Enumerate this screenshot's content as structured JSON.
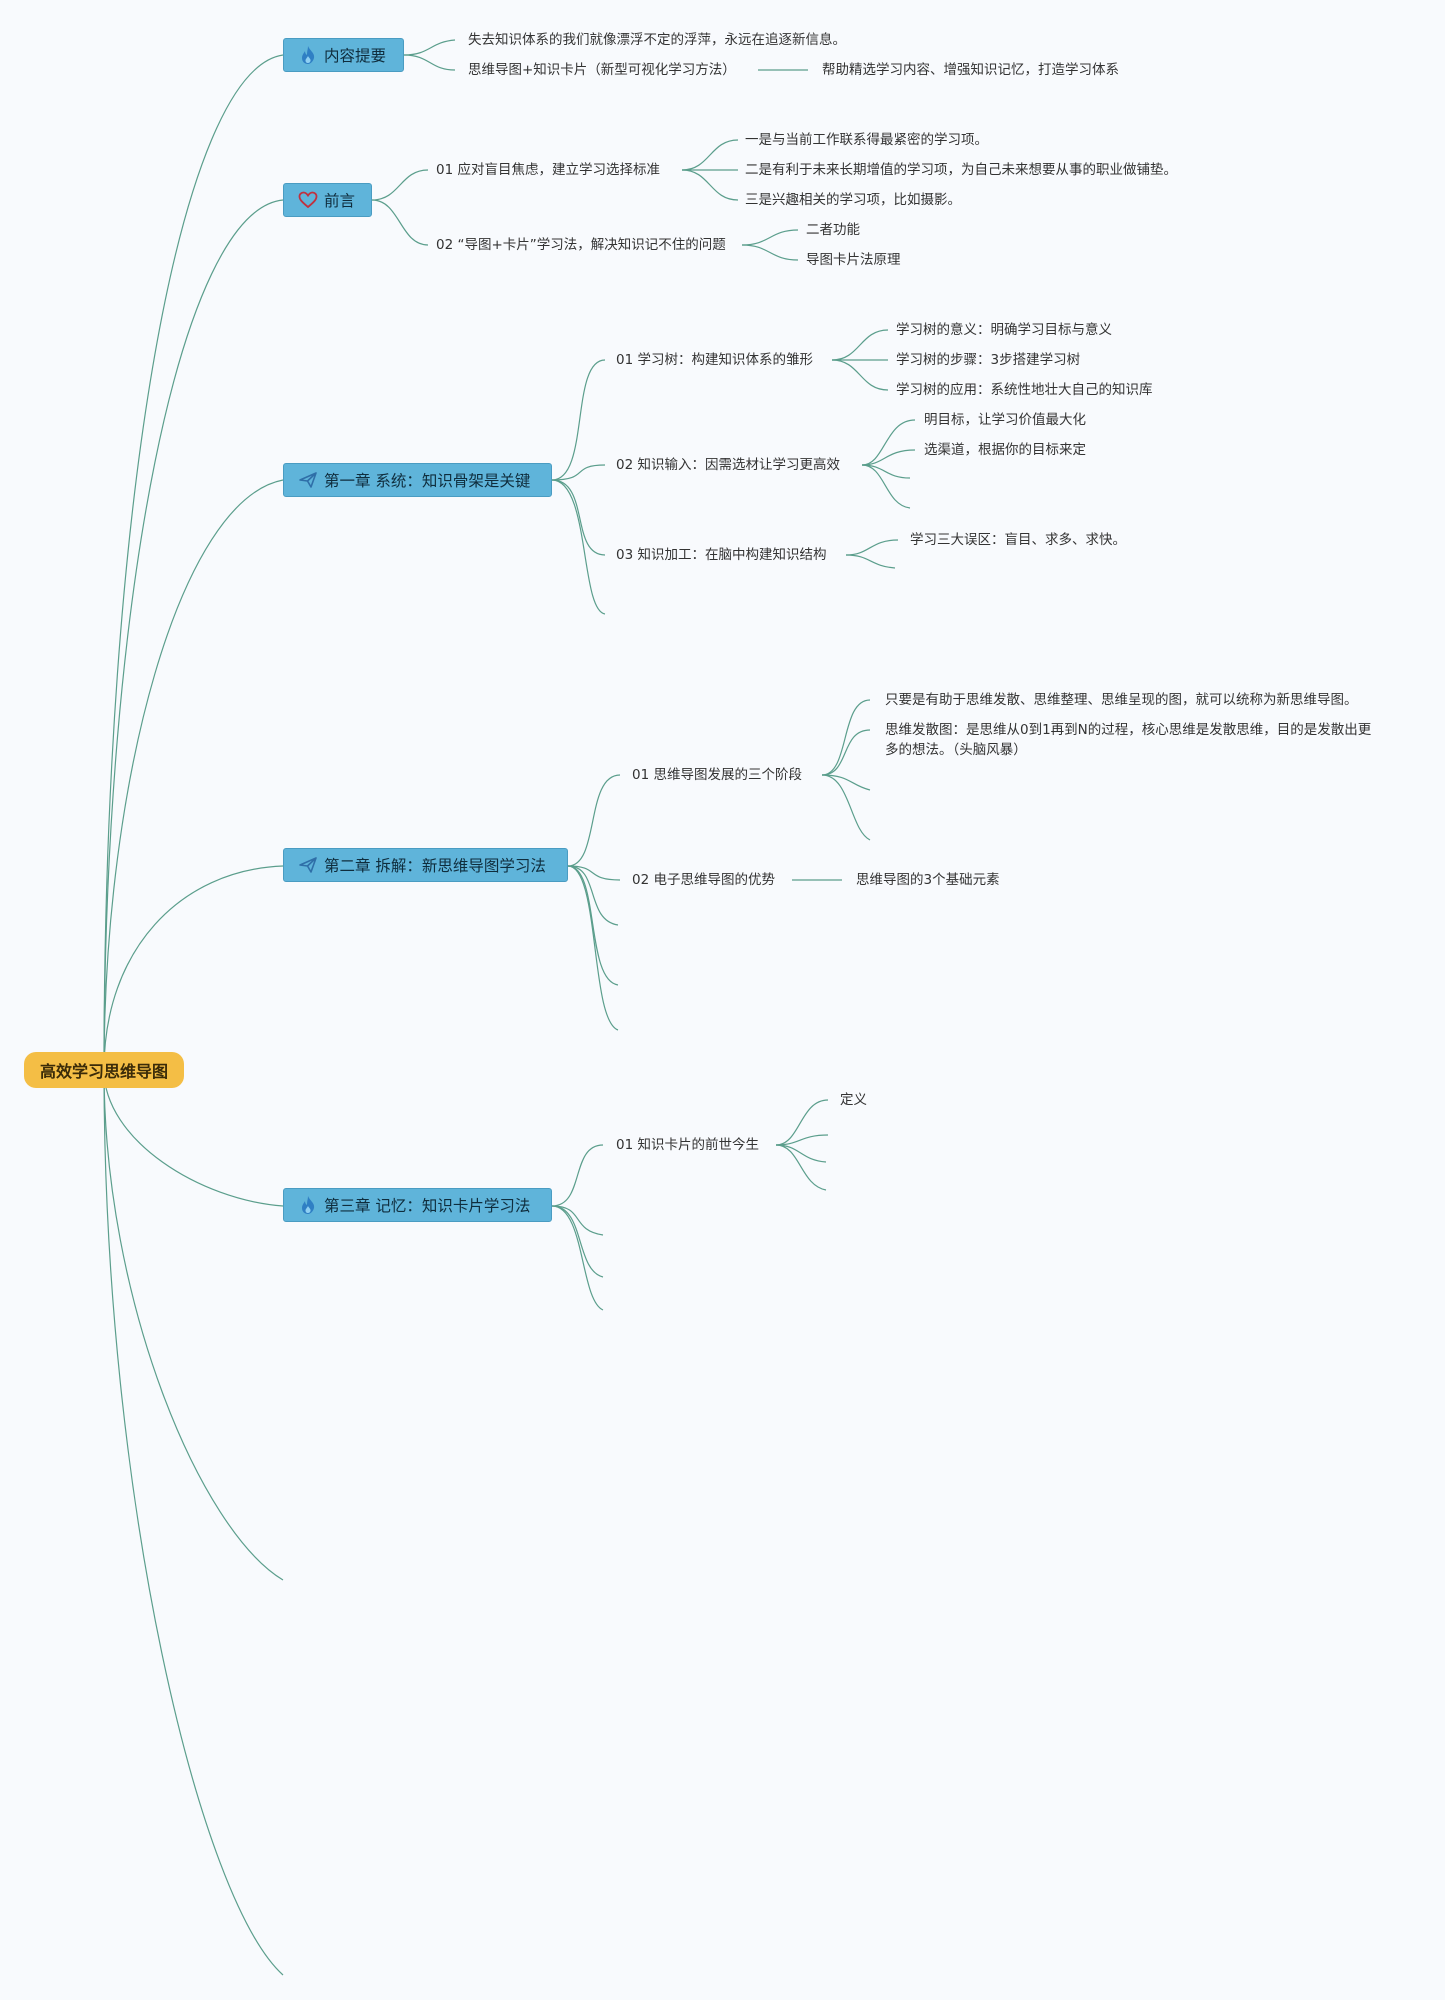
{
  "root": {
    "title": "高效学习思维导图"
  },
  "icons": {
    "fire": "fire-icon",
    "heart": "heart-icon",
    "plane": "paper-plane-icon"
  },
  "colors": {
    "root_bg": "#f4be45",
    "branch_bg": "#5fb4da",
    "line": "#5b9e8c",
    "background": "#f8fafd"
  },
  "branches": {
    "summary": {
      "label": "内容提要",
      "items": [
        "失去知识体系的我们就像漂浮不定的浮萍，永远在追逐新信息。",
        "思维导图+知识卡片（新型可视化学习方法）"
      ],
      "sub": "帮助精选学习内容、增强知识记忆，打造学习体系"
    },
    "preface": {
      "label": "前言",
      "item1": "01 应对盲目焦虑，建立学习选择标准",
      "item1_children": [
        "一是与当前工作联系得最紧密的学习项。",
        "二是有利于未来长期增值的学习项，为自己未来想要从事的职业做铺垫。",
        "三是兴趣相关的学习项，比如摄影。"
      ],
      "item2": "02 “导图+卡片”学习法，解决知识记不住的问题",
      "item2_children": [
        "二者功能",
        "导图卡片法原理"
      ]
    },
    "ch1": {
      "label": "第一章 系统：知识骨架是关键",
      "s1": "01 学习树：构建知识体系的雏形",
      "s1_children": [
        "学习树的意义：明确学习目标与意义",
        "学习树的步骤：3步搭建学习树",
        "学习树的应用：系统性地壮大自己的知识库"
      ],
      "s2": "02 知识输入：因需选材让学习更高效",
      "s2_children": [
        "明目标，让学习价值最大化",
        "选渠道，根据你的目标来定"
      ],
      "s3": "03 知识加工：在脑中构建知识结构",
      "s3_children": [
        "学习三大误区：盲目、求多、求快。"
      ]
    },
    "ch2": {
      "label": "第二章 拆解：新思维导图学习法",
      "s1": "01 思维导图发展的三个阶段",
      "s1_children": [
        "只要是有助于思维发散、思维整理、思维呈现的图，就可以统称为新思维导图。",
        "思维发散图：是思维从0到1再到N的过程，核心思维是发散思维，目的是发散出更多的想法。（头脑风暴）"
      ],
      "s2": "02 电子思维导图的优势",
      "s2_child": "思维导图的3个基础元素"
    },
    "ch3": {
      "label": "第三章 记忆：知识卡片学习法",
      "s1": "01 知识卡片的前世今生",
      "s1_children": [
        "定义"
      ]
    }
  }
}
